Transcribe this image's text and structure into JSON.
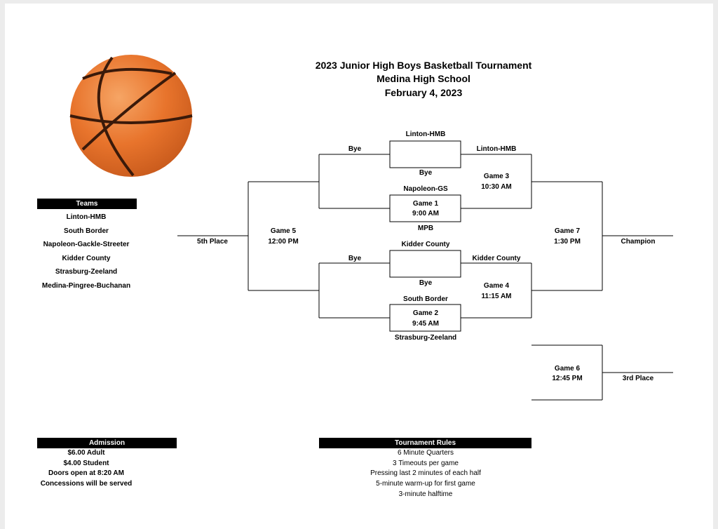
{
  "header": {
    "title": "2023 Junior High Boys Basketball Tournament",
    "venue": "Medina High School",
    "date": "February 4, 2023"
  },
  "logo": {
    "icon": "basketball-icon",
    "color": "#e8742c"
  },
  "teams": {
    "heading": "Teams",
    "list": [
      "Linton-HMB",
      "South Border",
      "Napoleon-Gackle-Streeter",
      "Kidder County",
      "Strasburg-Zeeland",
      "Medina-Pingree-Buchanan"
    ]
  },
  "bracket": {
    "bye_top": "Bye",
    "game1": {
      "team_top": "Linton-HMB",
      "team_bottom": "Bye",
      "team3": "Napoleon-GS",
      "name": "Game 1",
      "time": "9:00 AM",
      "team4": "MPB"
    },
    "game3": {
      "winner_label": "Linton-HMB",
      "name": "Game 3",
      "time": "10:30 AM"
    },
    "bye_bottom": "Bye",
    "game2": {
      "team_top": "Kidder County",
      "team_bottom": "Bye",
      "team3": "South Border",
      "name": "Game 2",
      "time": "9:45 AM",
      "team4": "Strasburg-Zeeland"
    },
    "game4": {
      "winner_label": "Kidder County",
      "name": "Game 4",
      "time": "11:15 AM"
    },
    "game5": {
      "name": "Game 5",
      "time": "12:00 PM",
      "result": "5th Place"
    },
    "game7": {
      "name": "Game 7",
      "time": "1:30 PM",
      "result": "Champion"
    },
    "game6": {
      "name": "Game 6",
      "time": "12:45 PM",
      "result": "3rd Place"
    }
  },
  "admission": {
    "heading": "Admission",
    "lines": [
      "$6.00 Adult",
      "$4.00 Student",
      "Doors open at 8:20 AM",
      "Concessions will be served"
    ]
  },
  "rules": {
    "heading": "Tournament Rules",
    "lines": [
      "6 Minute Quarters",
      "3 Timeouts per game",
      "Pressing last 2 minutes of each half",
      "5-minute warm-up for first game",
      "3-minute halftime"
    ]
  }
}
